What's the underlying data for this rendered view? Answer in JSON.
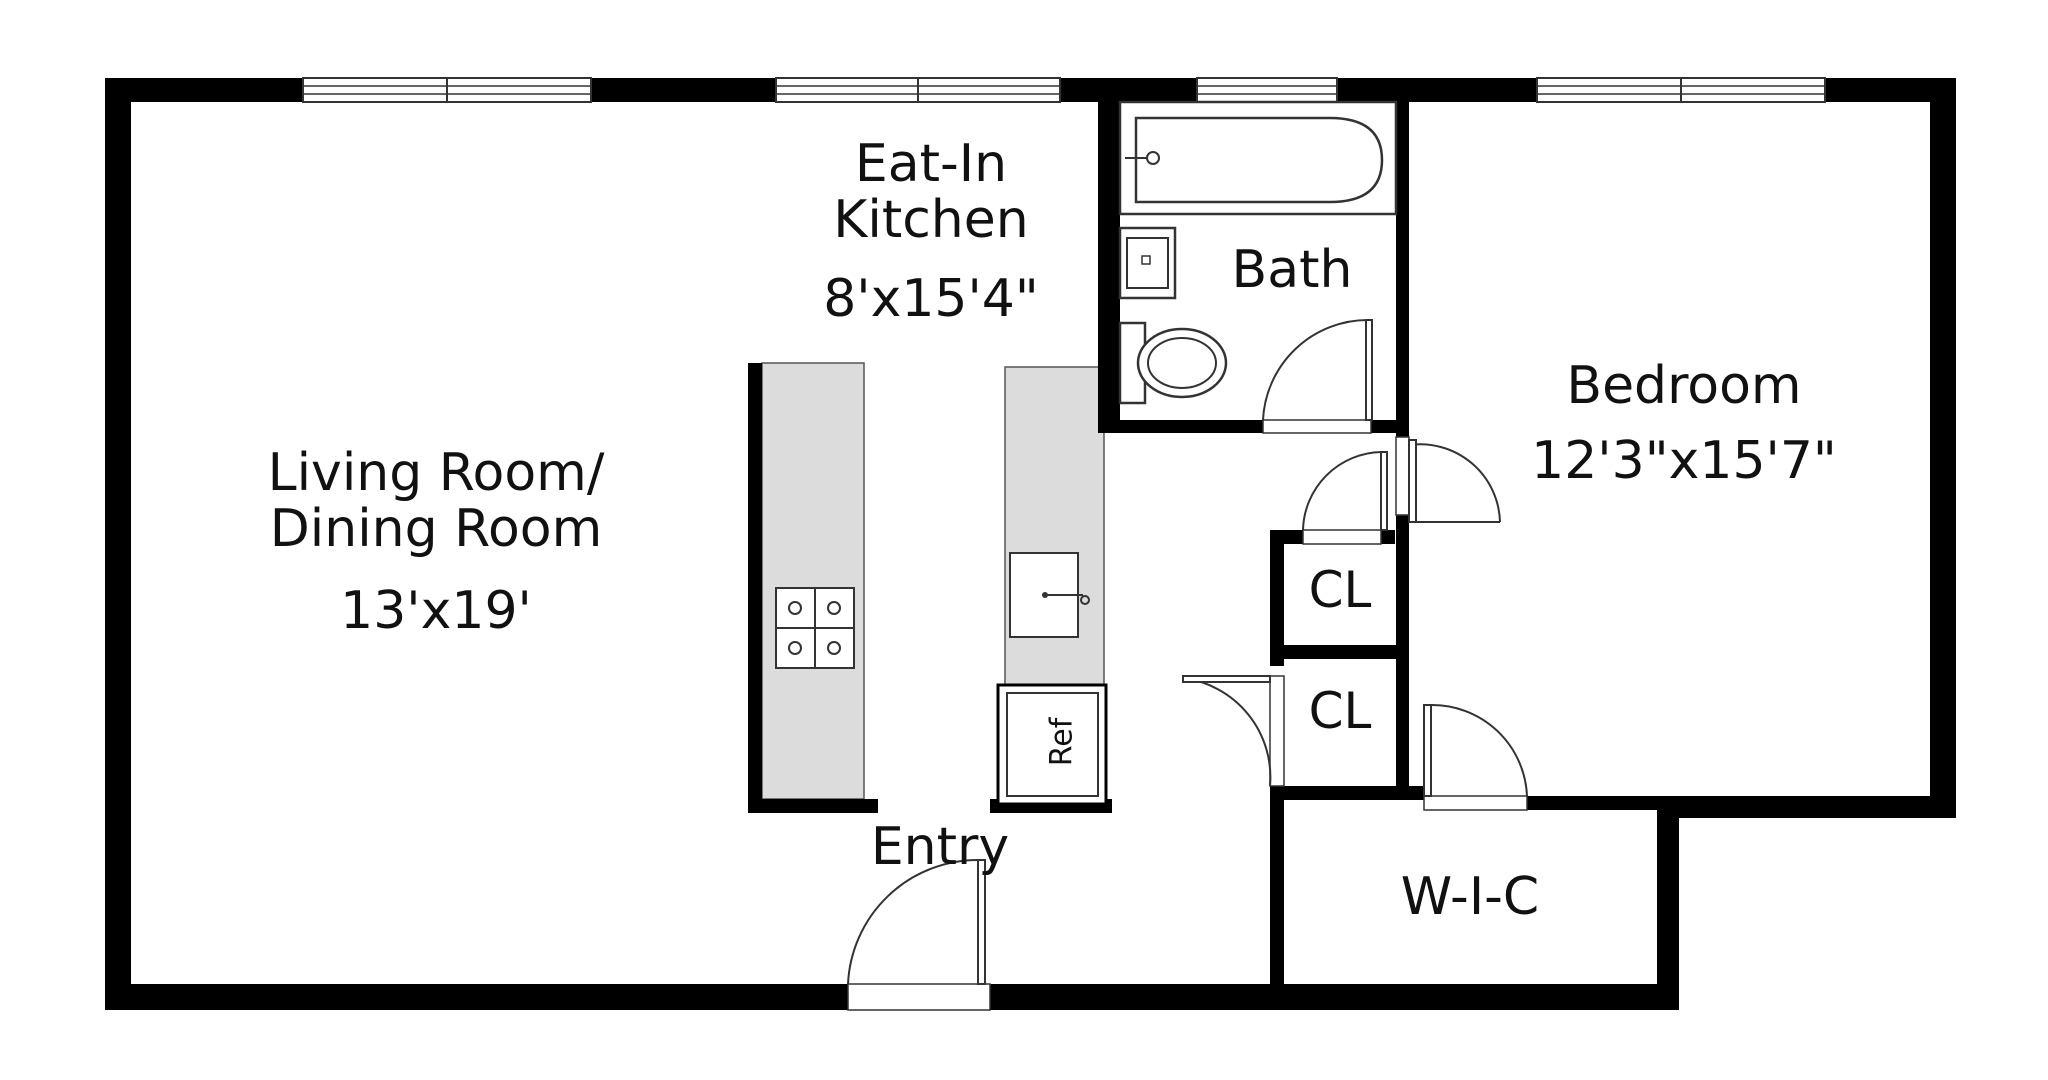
{
  "rooms": {
    "living": {
      "name_line1": "Living Room/",
      "name_line2": "Dining Room",
      "size": "13'x19'"
    },
    "kitchen": {
      "name_line1": "Eat-In",
      "name_line2": "Kitchen",
      "size": "8'x15'4\""
    },
    "bath": {
      "name": "Bath"
    },
    "bedroom": {
      "name": "Bedroom",
      "size": "12'3\"x15'7\""
    },
    "closet_upper": {
      "name": "CL"
    },
    "closet_lower": {
      "name": "CL"
    },
    "walk_in_closet": {
      "name": "W-I-C"
    },
    "entry": {
      "name": "Entry"
    }
  },
  "appliances": {
    "refrigerator": "Ref"
  },
  "colors": {
    "wall": "#000000",
    "counter": "#dcdcdc",
    "window": "#ffffff",
    "line": "#555555"
  }
}
